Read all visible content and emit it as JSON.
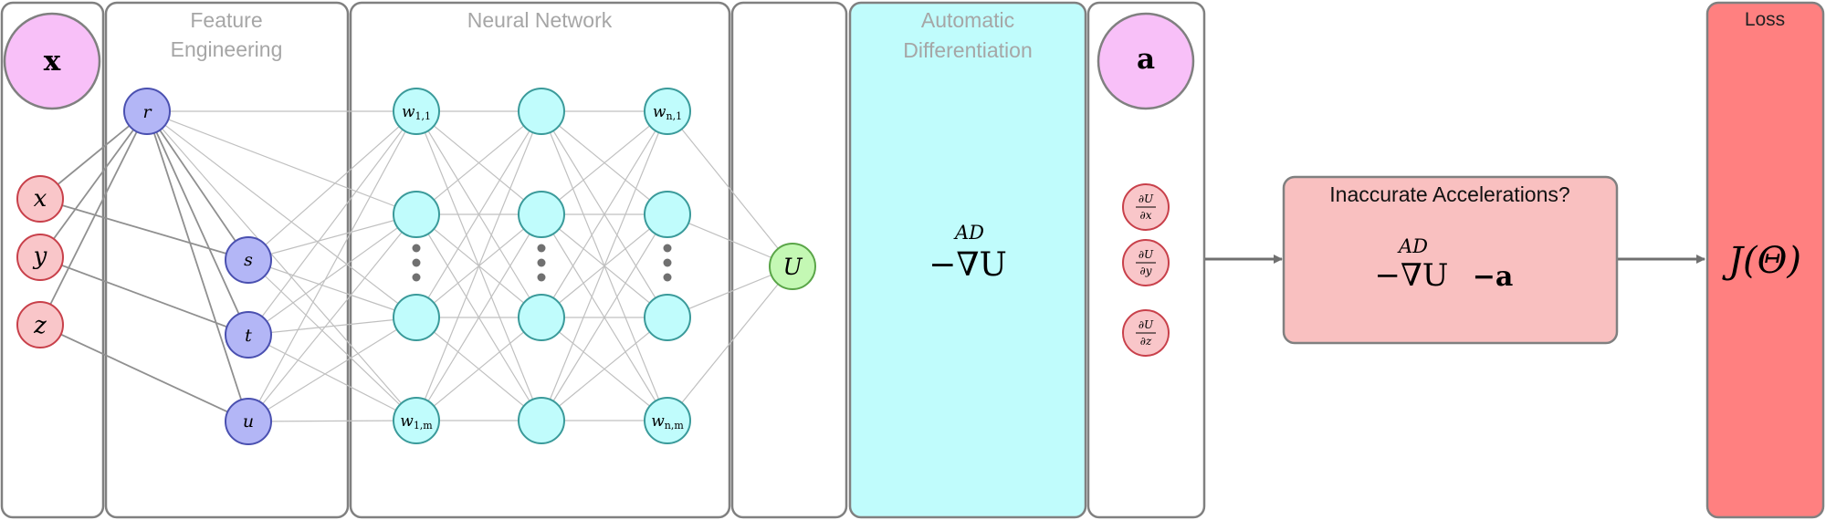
{
  "inputs_panel": {
    "title": "x",
    "inputs": [
      "x",
      "y",
      "z"
    ]
  },
  "feature_panel": {
    "title_line1": "Feature",
    "title_line2": "Engineering",
    "features": [
      "r",
      "s",
      "t",
      "u"
    ]
  },
  "nn_panel": {
    "title": "Neural Network",
    "w11": "w",
    "w11_sub": "1,1",
    "w1m": "w",
    "w1m_sub": "1,m",
    "wn1": "w",
    "wn1_sub": "n,1",
    "wnm": "w",
    "wnm_sub": "n,m"
  },
  "output_panel": {
    "output": "U"
  },
  "ad_panel": {
    "title_line1": "Automatic",
    "title_line2": "Differentiation",
    "ad_label": "AD",
    "expr": "−∇U"
  },
  "acc_panel": {
    "title": "a",
    "partials": [
      {
        "num": "∂U",
        "den": "∂x"
      },
      {
        "num": "∂U",
        "den": "∂y"
      },
      {
        "num": "∂U",
        "den": "∂z"
      }
    ]
  },
  "error_box": {
    "title": "Inaccurate Accelerations?",
    "ad_label": "AD",
    "expr": "−∇U",
    "minus_a": "−a"
  },
  "loss_panel": {
    "title": "Loss",
    "expr": "J(Θ)"
  },
  "colors": {
    "panel_stroke": "#808080",
    "title_gray": "#a6a6a6",
    "input_fill": "#f9c6c9",
    "input_stroke": "#c8404a",
    "feature_fill": "#b3b6f6",
    "feature_stroke": "#4a50b0",
    "neuron_fill": "#c0fcfc",
    "neuron_stroke": "#3a9a9a",
    "output_fill": "#c4f8b4",
    "output_stroke": "#5aa548",
    "header_fill": "#f8c0f8",
    "ad_fill": "#c0fcfc",
    "error_fill": "#f9c0c0",
    "loss_fill": "#ff8080"
  }
}
